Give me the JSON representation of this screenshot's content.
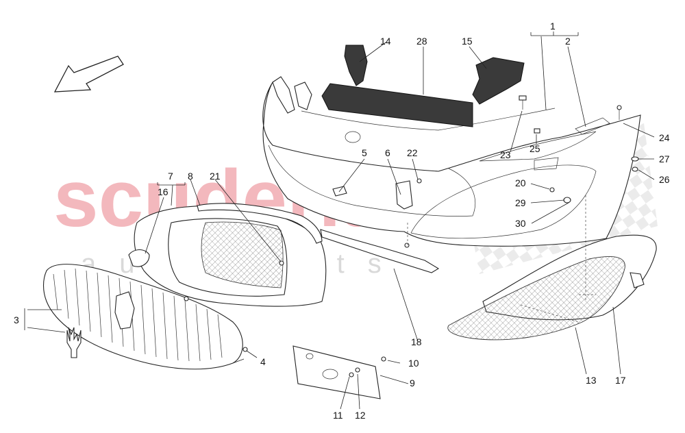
{
  "watermark": {
    "brand": "scuderia",
    "subtitle": "autoparts",
    "brand_color": "#f3b8bd",
    "subtitle_color": "#d9d9d9"
  },
  "colors": {
    "line": "#222222",
    "dark_part": "#3a3a3a",
    "mesh": "#555555"
  },
  "callouts": {
    "c1": "1",
    "c2": "2",
    "c3": "3",
    "c4": "4",
    "c5": "5",
    "c6": "6",
    "c7": "7",
    "c8": "8",
    "c9": "9",
    "c10": "10",
    "c11": "11",
    "c12": "12",
    "c13": "13",
    "c14": "14",
    "c15": "15",
    "c16": "16",
    "c17": "17",
    "c18": "18",
    "c20": "20",
    "c21": "21",
    "c22": "22",
    "c23": "23",
    "c24": "24",
    "c25": "25",
    "c26": "26",
    "c27": "27",
    "c28": "28",
    "c29": "29",
    "c30": "30"
  }
}
